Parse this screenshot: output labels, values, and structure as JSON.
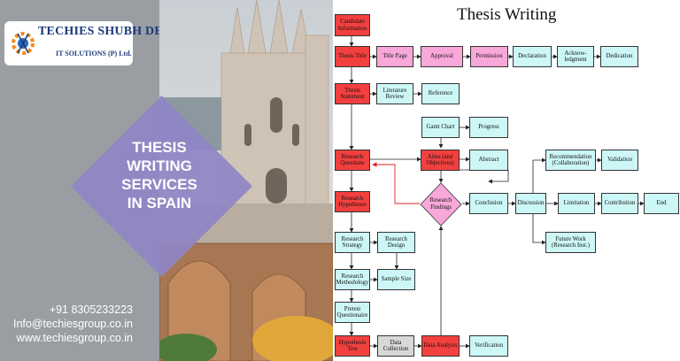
{
  "logo": {
    "title": "TECHIES SHUBH DEEP",
    "subtitle": "IT SOLUTIONS (P) Ltd."
  },
  "banner": {
    "line1": "THESIS",
    "line2": "WRITING",
    "line3": "SERVICES",
    "line4": "IN SPAIN"
  },
  "contacts": {
    "phone": "+91 8305233223",
    "email": "Info@techiesgroup.co.in",
    "website": "www.techiesgroup.co.in"
  },
  "diagram": {
    "title": "Thesis Writing",
    "nodes": {
      "candidate": "Candidate Information",
      "thesis_title": "Thesis Title",
      "title_page": "Title Page",
      "approval": "Approval",
      "permission": "Permission",
      "declaration": "Declaration",
      "acknowledgment": "Acknow-ledgment",
      "dedication": "Dedication",
      "thesis_statement": "Thesis Statement",
      "lit_review": "Literature Review",
      "reference": "Reference",
      "gantt": "Gantt Chart",
      "progress": "Progress",
      "research_questions": "Research Questions",
      "aims": "Aims (and Objectives)",
      "abstract": "Abstract",
      "recommendation": "Recommendation (Collaboration)",
      "validation": "Validation",
      "hypotheses": "Research Hypotheses",
      "findings": "Research Findings",
      "conclusion": "Conclusion",
      "discussion": "Discussion",
      "limitation": "Limitation",
      "contribution": "Contribution",
      "end": "End",
      "strategy": "Research Strategy",
      "design": "Research Design",
      "future_work": "Future Work (Research Inst.)",
      "methodology": "Research Methodology",
      "sample_size": "Sample Size",
      "pretest": "Pretest Questionaire",
      "hypothesis_test": "Hypothesis Test",
      "data_collection": "Data Collection",
      "data_analysis": "Data Analysis",
      "verification": "Verification"
    }
  },
  "colors": {
    "accent_red": "#f2403f",
    "pink": "#f8a8d8",
    "cyan": "#ccf7f6",
    "banner_purple": "#8f86c6"
  }
}
